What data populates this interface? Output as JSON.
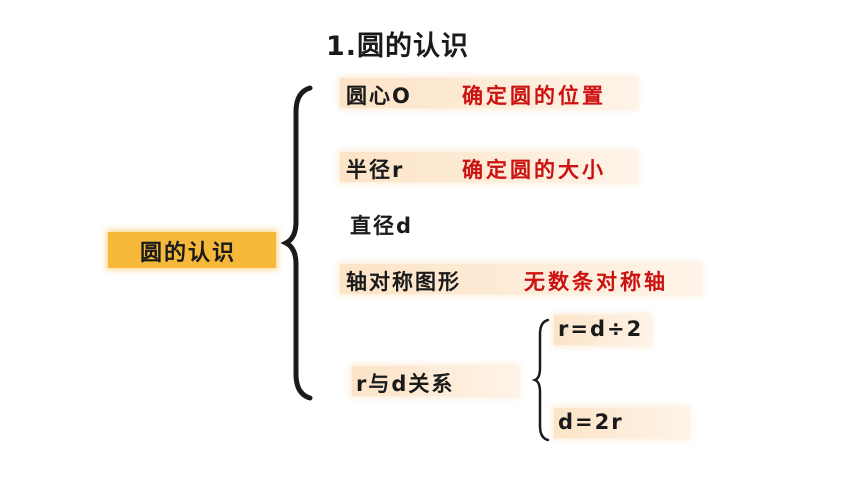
{
  "title": "1.圆的认识",
  "root": "圆的认识",
  "items": [
    {
      "label": "圆心O",
      "note": "确定圆的位置"
    },
    {
      "label": "半径r",
      "note": "确定圆的大小"
    },
    {
      "label": "直径d",
      "note": ""
    },
    {
      "label": "轴对称图形",
      "note": "无数条对称轴"
    },
    {
      "label": "r与d关系",
      "note": ""
    }
  ],
  "relations": [
    "r=d÷2",
    "d=2r"
  ],
  "colors": {
    "accent": "#f5b83a",
    "note": "#cc1111",
    "highlight": "#fce2c4"
  }
}
